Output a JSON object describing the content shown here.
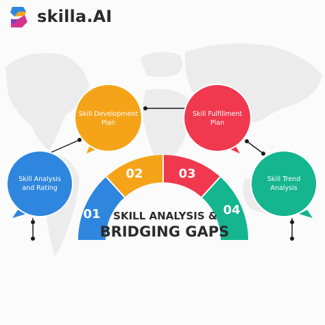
{
  "brand": {
    "name": "skilla.AI",
    "logo_icon": "skilla-logo-icon"
  },
  "arc": {
    "title_line1": "SKILL ANALYSIS &",
    "title_line2": "BRIDGING GAPS",
    "segments": [
      {
        "number": "01",
        "color": "#2f86de"
      },
      {
        "number": "02",
        "color": "#f5a419"
      },
      {
        "number": "03",
        "color": "#f0384e"
      },
      {
        "number": "04",
        "color": "#14b58f"
      }
    ]
  },
  "nodes": [
    {
      "label_line1": "Skill Analysis",
      "label_line2": "and Rating",
      "color": "#2f86de"
    },
    {
      "label_line1": "Skill Development",
      "label_line2": "Plan",
      "color": "#f5a419"
    },
    {
      "label_line1": "Skill Fulfillment",
      "label_line2": "Plan",
      "color": "#f0384e"
    },
    {
      "label_line1": "Skill Trend",
      "label_line2": "Analysis",
      "color": "#14b58f"
    }
  ]
}
